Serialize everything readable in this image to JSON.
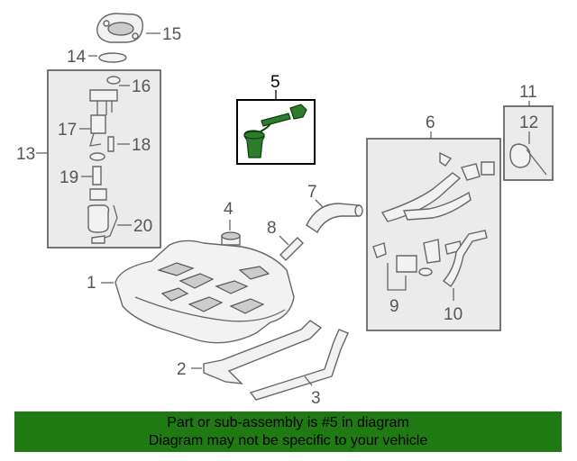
{
  "callouts": {
    "c1": "1",
    "c2": "2",
    "c3": "3",
    "c4": "4",
    "c5": "5",
    "c6": "6",
    "c7": "7",
    "c8": "8",
    "c9": "9",
    "c10": "10",
    "c11": "11",
    "c12": "12",
    "c13": "13",
    "c14": "14",
    "c15": "15",
    "c16": "16",
    "c17": "17",
    "c18": "18",
    "c19": "19",
    "c20": "20"
  },
  "highlight": {
    "part_number": "5",
    "color": "#2d7d2d"
  },
  "banner": {
    "line1": "Part or sub-assembly is #5 in diagram",
    "line2": "Diagram may not be specific to your vehicle",
    "background": "#1f7a14"
  }
}
